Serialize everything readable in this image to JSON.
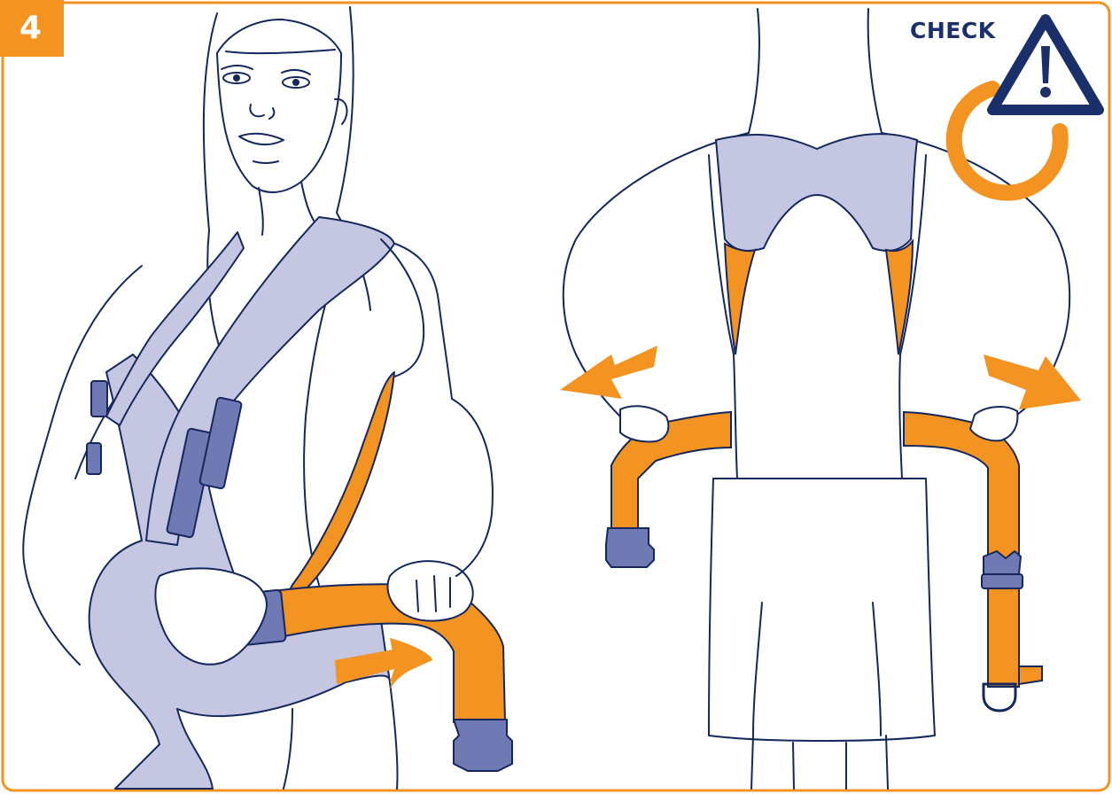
{
  "step": {
    "number": "4"
  },
  "check": {
    "label": "CHECK",
    "icon": "warning-triangle-icon",
    "refresh_icon": "refresh-arrow-icon"
  },
  "colors": {
    "orange": "#F39321",
    "navy": "#1B2F6B",
    "lavender": "#C5C6E1",
    "buckle": "#6F79B4",
    "outline": "#14285E"
  },
  "panels": [
    {
      "name": "front-view",
      "illustration": "woman-tightening-waist-belt-front"
    },
    {
      "name": "back-view",
      "illustration": "person-tightening-waist-belt-back"
    }
  ]
}
